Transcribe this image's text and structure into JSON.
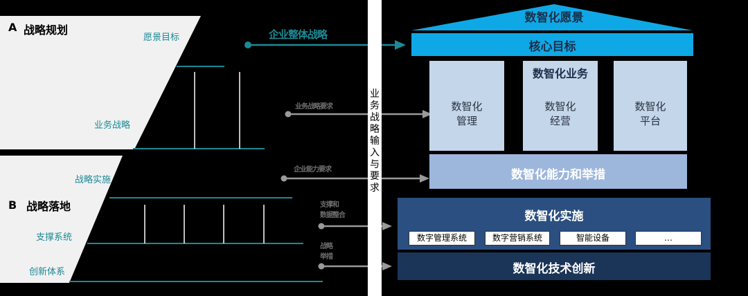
{
  "left": {
    "section_a": "A",
    "section_a_title": "战略规划",
    "section_b": "B",
    "section_b_title": "战略落地",
    "vision_goal": "愿景目标",
    "business_strategy": "业务战略",
    "strategy_implementation": "战略实施",
    "support_system": "支撑系统",
    "innovation_system": "创新体系"
  },
  "arrows": {
    "enterprise_strategy": "企业整体战略",
    "business_requirements": "业务战略要求",
    "capability_requirements": "企业能力要求",
    "support_line1": "支撑和",
    "support_line2": "数据整合",
    "tech_line1": "战略",
    "tech_line2": "举措"
  },
  "center_column": "业务战略输入与要求",
  "right": {
    "vision": "数智化愿景",
    "core_goal": "核心目标",
    "business_title": "数智化业务",
    "management": "数智化\n管理",
    "operation": "数智化\n经营",
    "platform": "数智化\n平台",
    "capability": "数智化能力和举措",
    "implementation": "数智化实施",
    "sub_items": [
      "数字管理系统",
      "数字营销系统",
      "智能设备",
      "…"
    ],
    "tech_innovation": "数智化技术创新"
  },
  "colors": {
    "teal": "#1c8a96",
    "sky_blue": "#0fa8e6",
    "light_blue": "#c4d6ea",
    "mid_blue": "#9db6dc",
    "dark_blue": "#2b4f80",
    "navy": "#1b3558"
  }
}
